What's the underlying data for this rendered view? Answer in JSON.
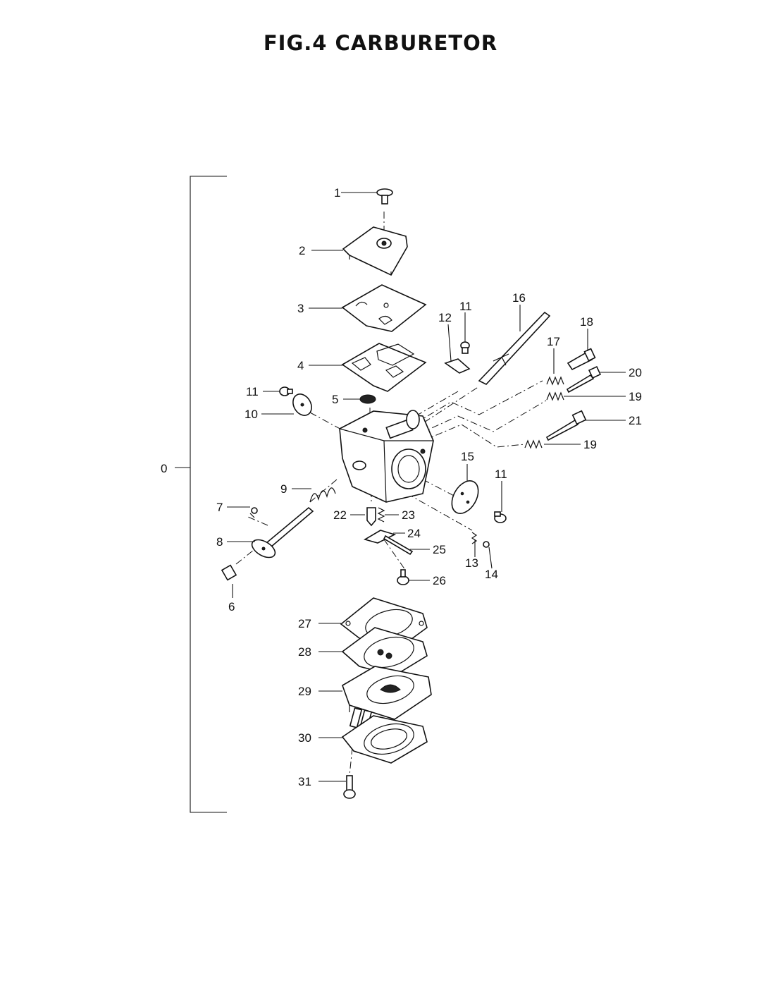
{
  "title": "FIG.4   CARBURETOR",
  "callouts": {
    "c0": "0",
    "c1": "1",
    "c2": "2",
    "c3": "3",
    "c4": "4",
    "c5": "5",
    "c6": "6",
    "c7": "7",
    "c8": "8",
    "c9": "9",
    "c10": "10",
    "c11a": "11",
    "c11b": "11",
    "c11c": "11",
    "c12": "12",
    "c13": "13",
    "c14": "14",
    "c15": "15",
    "c16": "16",
    "c17": "17",
    "c18": "18",
    "c19a": "19",
    "c19b": "19",
    "c20": "20",
    "c21": "21",
    "c22": "22",
    "c23": "23",
    "c24": "24",
    "c25": "25",
    "c26": "26",
    "c27": "27",
    "c28": "28",
    "c29": "29",
    "c30": "30",
    "c31": "31"
  }
}
